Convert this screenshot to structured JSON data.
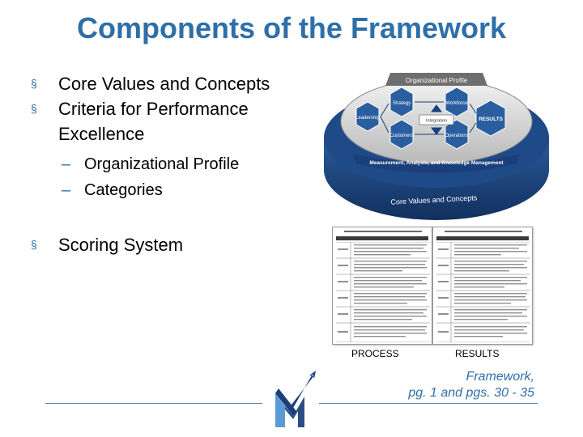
{
  "slide": {
    "title": "Components of the Framework",
    "bullets": [
      {
        "text": "Core Values and Concepts"
      },
      {
        "text": "Criteria for Performance Excellence"
      }
    ],
    "subbullets": [
      {
        "text": "Organizational Profile"
      },
      {
        "text": "Categories"
      }
    ],
    "bullet3": "Scoring System",
    "bullet_marker": "§",
    "sub_marker": "–",
    "diagram": {
      "organizational_profile": "Organizational Profile",
      "strategy": "Strategy",
      "workforce": "Workforce",
      "leadership": "Leadership",
      "integration": "Integration",
      "results": "RESULTS",
      "customers": "Customers",
      "operations": "Operations",
      "measurement": "Measurement, Analysis, and Knowledge Management",
      "core_values": "Core Values and Concepts"
    },
    "process_label": "PROCESS",
    "results_label": "RESULTS",
    "reference_line1": "Framework,",
    "reference_line2": "pg. 1 and pgs. 30 - 35",
    "colors": {
      "accent": "#2e6fa8",
      "navy": "#1b3f7a",
      "hexagon": "#2a5ea0"
    }
  }
}
